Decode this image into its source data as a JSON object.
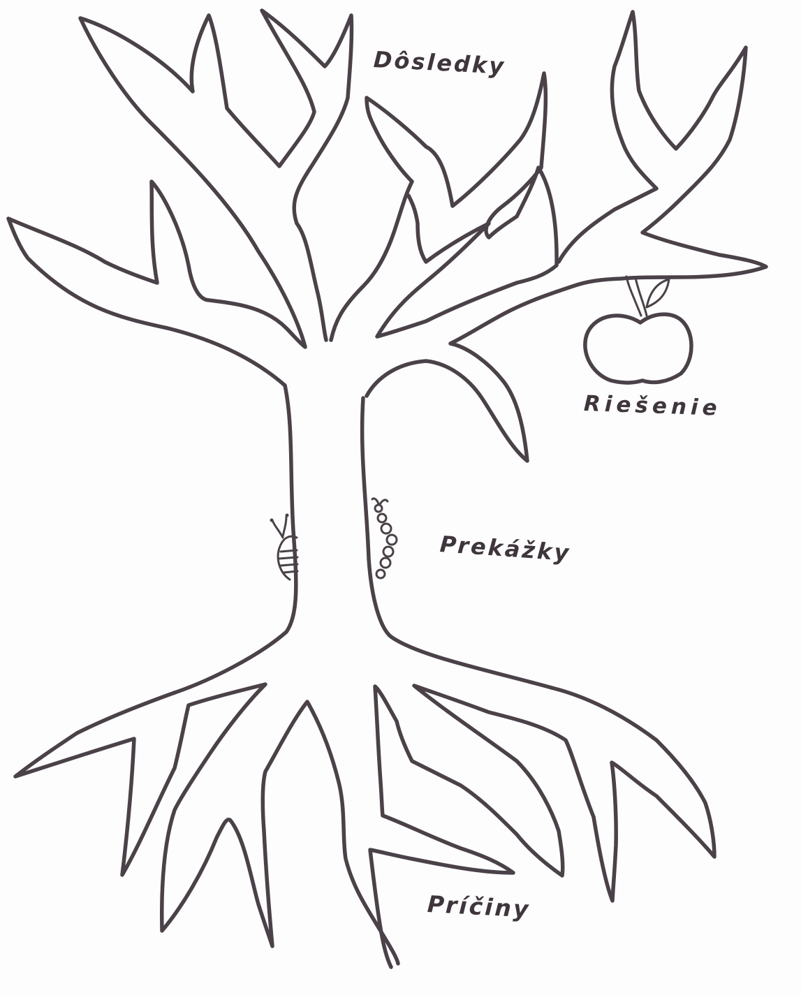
{
  "labels": {
    "consequences": "Dôsledky",
    "solution": "Riešenie",
    "obstacles": "Prekážky",
    "causes": "Príčiny"
  },
  "colors": {
    "ink": "#4a4248",
    "paper": "#fdfdfd"
  },
  "icons": [
    "tree-outline",
    "apple-icon",
    "snail-icon",
    "caterpillar-icon"
  ]
}
